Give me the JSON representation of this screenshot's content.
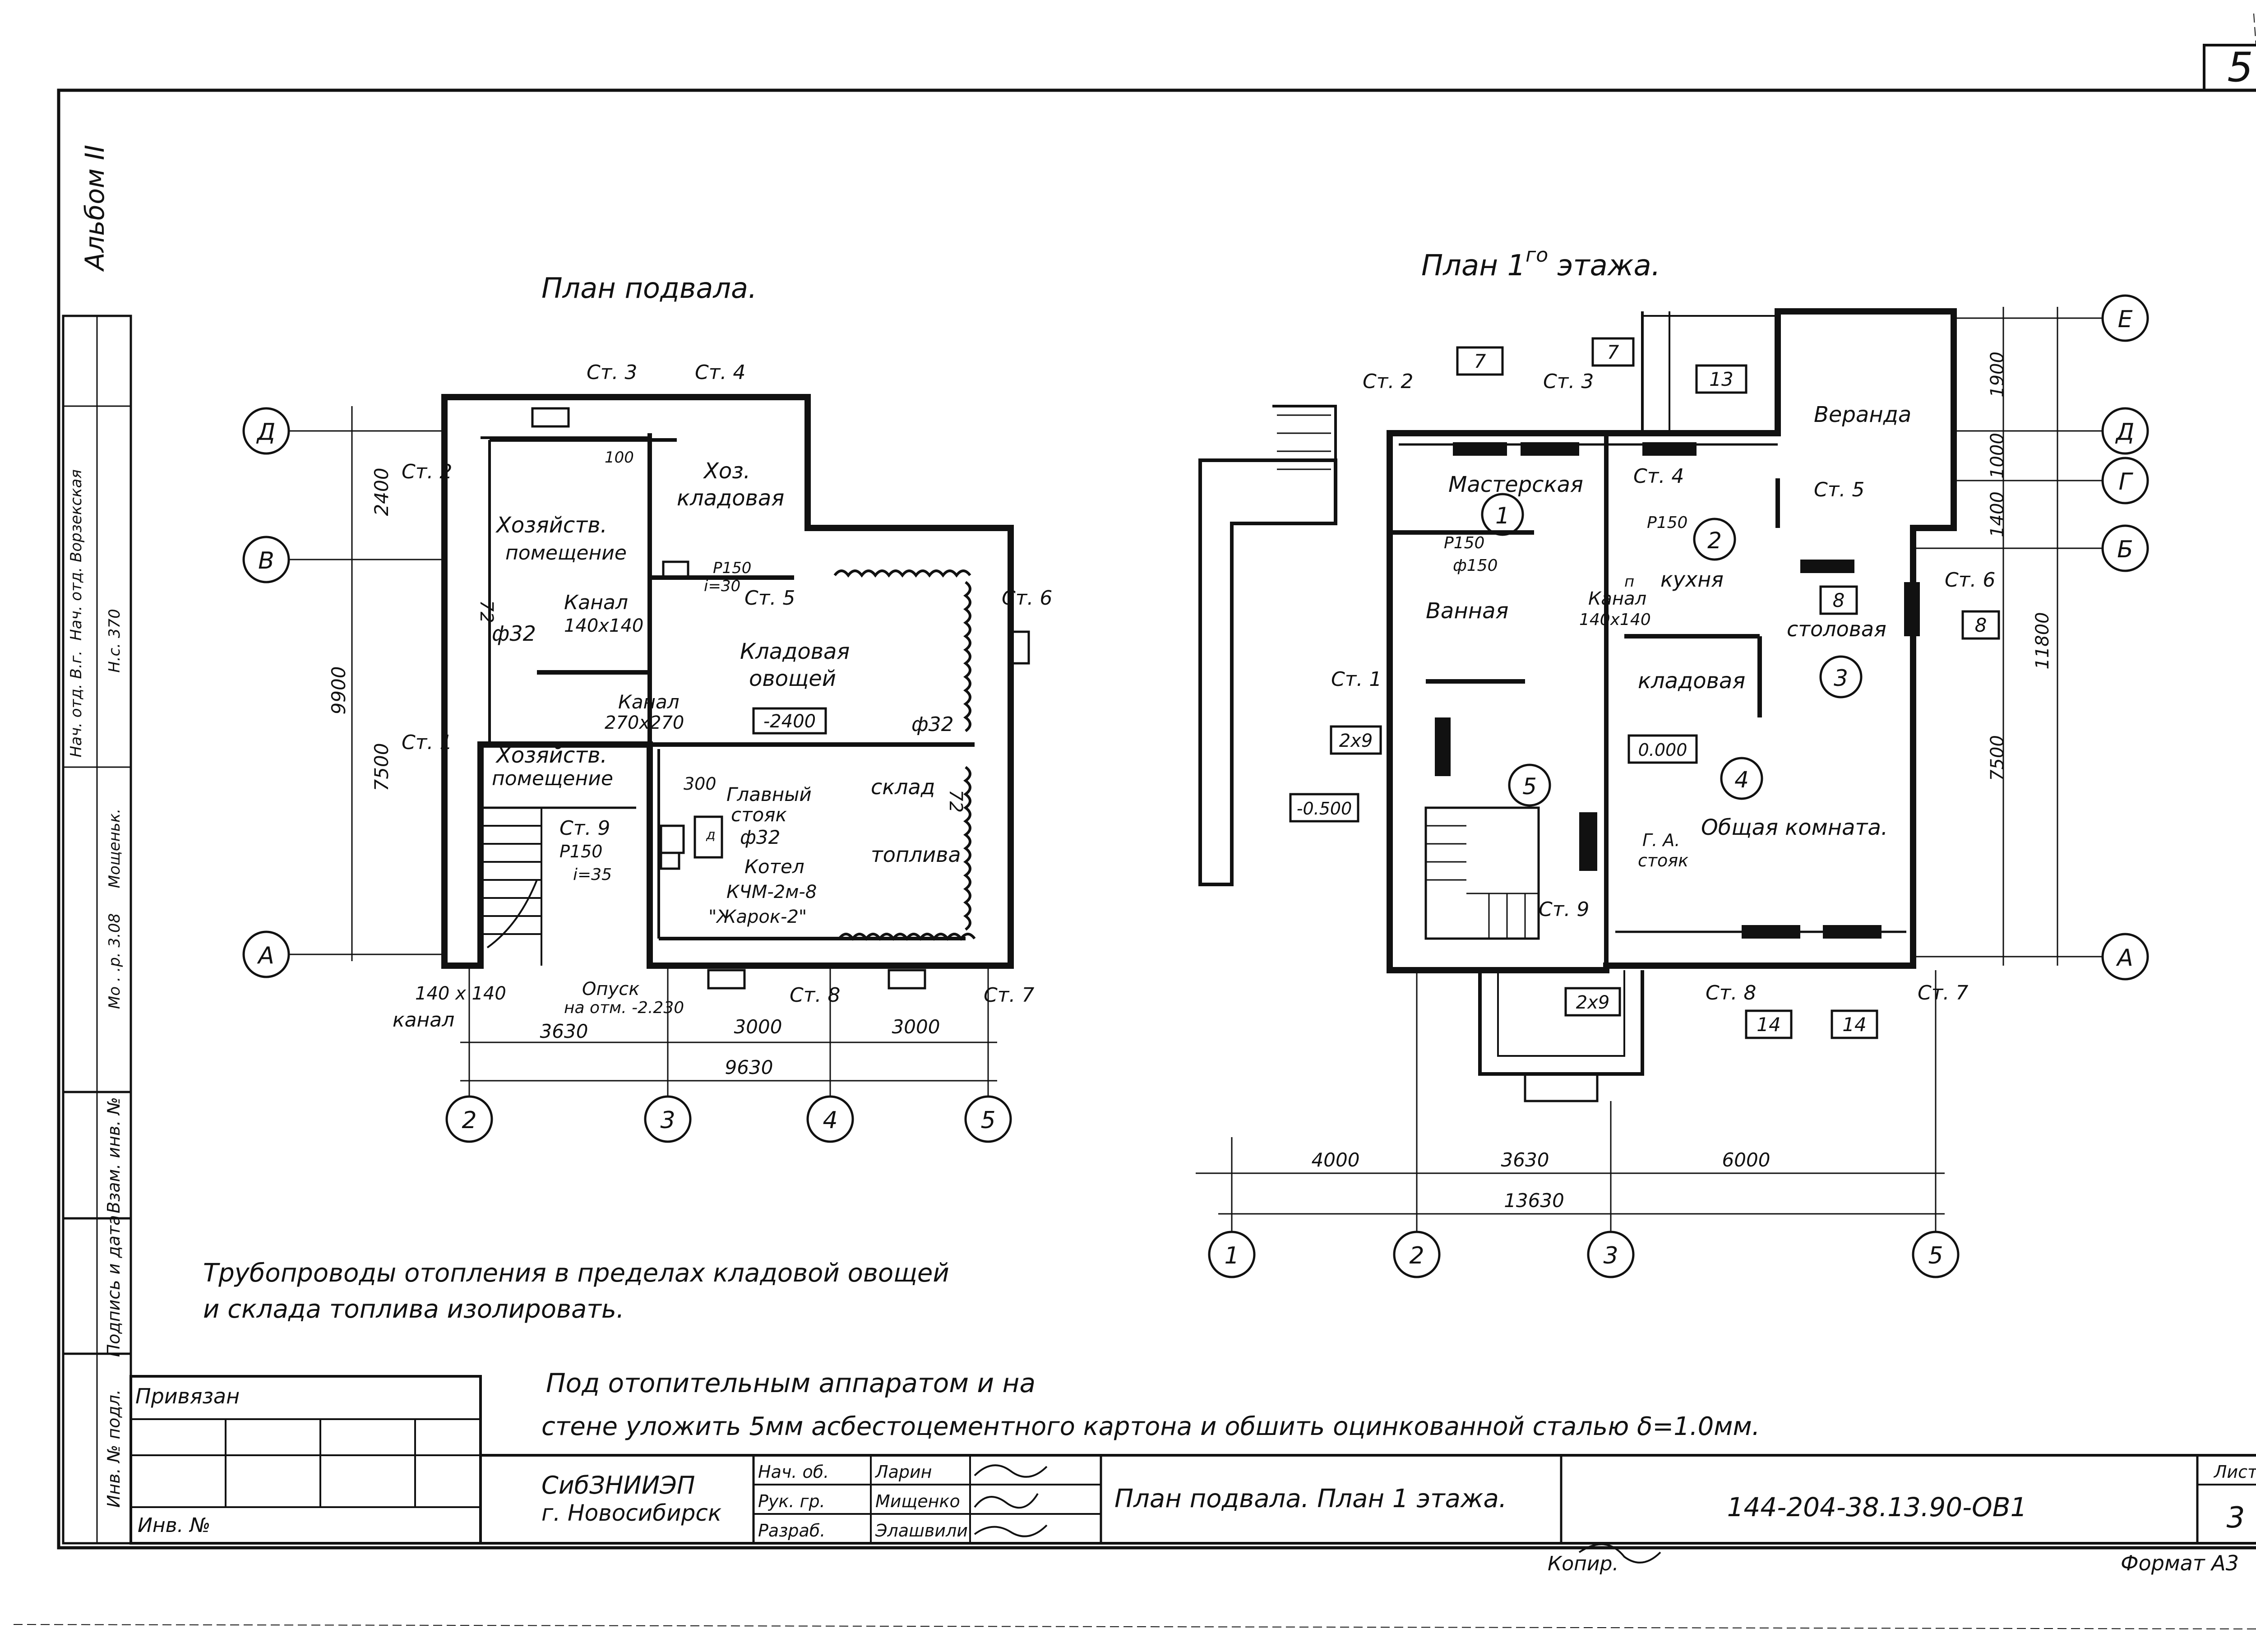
{
  "sheet": {
    "corner_number": "5",
    "album": "Альбом II",
    "format": "Формат А3",
    "copied": "Копир."
  },
  "left_strip": {
    "stamps": [
      "Нач. отд. Ворзекская",
      "Н.с. 370",
      "Нач. отд. В.г.",
      "Мощеньк.",
      "Мо . .р. 3.08"
    ],
    "inv_orig": "Инв. № подл.",
    "sign_date": "Подпись и дата",
    "vzam": "Взам. инв. №"
  },
  "basement": {
    "title": "План подвала.",
    "axes_rows": [
      "Д",
      "В",
      "А"
    ],
    "axes_cols": [
      "2",
      "3",
      "4",
      "5"
    ],
    "dims_vertical": [
      "2400",
      "9900",
      "7500"
    ],
    "dims_bottom": [
      "3630",
      "3000",
      "3000"
    ],
    "dims_total": "9630",
    "risers": [
      "Ст. 1",
      "Ст. 2",
      "Ст. 3",
      "Ст. 4",
      "Ст. 5",
      "Ст. 6",
      "Ст. 7",
      "Ст. 8",
      "Ст. 9"
    ],
    "rooms": [
      {
        "line1": "Хозяйств.",
        "line2": "помещение"
      },
      {
        "line1": "Хоз.",
        "line2": "кладовая"
      },
      {
        "line1": "Кладовая",
        "line2": "овощей"
      },
      {
        "line1": "Хозяйств.",
        "line2": "помещение"
      },
      {
        "line1": "склад",
        "line2": "топлива"
      }
    ],
    "labels": {
      "d100": "100",
      "p150": "Р150",
      "i30": "i=30",
      "kanal": "Канал",
      "k140": "140х140",
      "d32a": "ф32",
      "d32b": "ф32",
      "d32c": "ф32",
      "n72a": "72",
      "n72b": "72",
      "kanal2": "Канал",
      "k270": "270х270",
      "lvl": "-2400",
      "d300": "300",
      "main1": "Главный",
      "main2": "стояк",
      "main3": "ф32",
      "boil1": "Котел",
      "boil2": "КЧМ-2м-8",
      "boil3": "\"Жарок-2\"",
      "st9": "Ст. 9",
      "p150b": "Р150",
      "i35": "i=35",
      "k140b": "140 х 140",
      "kanal3": "канал",
      "opusk": "Опуск",
      "opusk2": "на отм. -2.230",
      "d": "д"
    }
  },
  "floor1": {
    "title": "План 1",
    "title_sup": "го",
    "title_end": "этажа.",
    "axes_rows": [
      "Е",
      "Д",
      "Г",
      "Б",
      "А"
    ],
    "axes_cols": [
      "1",
      "2",
      "3",
      "5"
    ],
    "dims_vertical": [
      "1900",
      "1000",
      "1400",
      "11800",
      "7500"
    ],
    "dims_bottom": [
      "4000",
      "3630",
      "6000"
    ],
    "dims_total": "13630",
    "risers": [
      "Ст. 1",
      "Ст. 2",
      "Ст. 3",
      "Ст. 4",
      "Ст. 5",
      "Ст. 6",
      "Ст. 7",
      "Ст. 8",
      "Ст. 9"
    ],
    "rooms": [
      "Мастерская",
      "кухня",
      "Веранда",
      "Ванная",
      "столовая",
      "кладовая",
      "Общая комната."
    ],
    "room_numbers": [
      "1",
      "2",
      "3",
      "4",
      "5"
    ],
    "boxes": [
      "7",
      "7",
      "13",
      "8",
      "8",
      "2х9",
      "-0.500",
      "0.000",
      "2х9",
      "14",
      "14"
    ],
    "labels": {
      "p150": "Р150",
      "d150": "ф150",
      "p150b": "Р150",
      "n": "п",
      "kanal": "Канал",
      "k140": "140х140",
      "ga1": "Г. А.",
      "ga2": "стояк"
    }
  },
  "notes": {
    "pipes_line1": "Трубопроводы отопления в пределах кладовой овощей",
    "pipes_line2": "и склада топлива изолировать.",
    "under_line1": "Под отопительным аппаратом и на",
    "under_line2": "стене уложить 5мм асбестоцементного картона и обшить оцинкованной сталью δ=1.0мм."
  },
  "title_block": {
    "privyazan": "Привязан",
    "inv_no": "Инв. №",
    "org_line1": "СибЗНИИЭП",
    "org_line2": "г. Новосибирск",
    "roles": [
      {
        "role": "Нач. об.",
        "name": "Ларин"
      },
      {
        "role": "Рук. гр.",
        "name": "Мищенко"
      },
      {
        "role": "Разраб.",
        "name": "Элашвили"
      }
    ],
    "sheet_title": "План подвала. План 1 этажа.",
    "code": "144-204-38.13.90-ОВ1",
    "list_label": "Лист",
    "list_number": "3"
  }
}
